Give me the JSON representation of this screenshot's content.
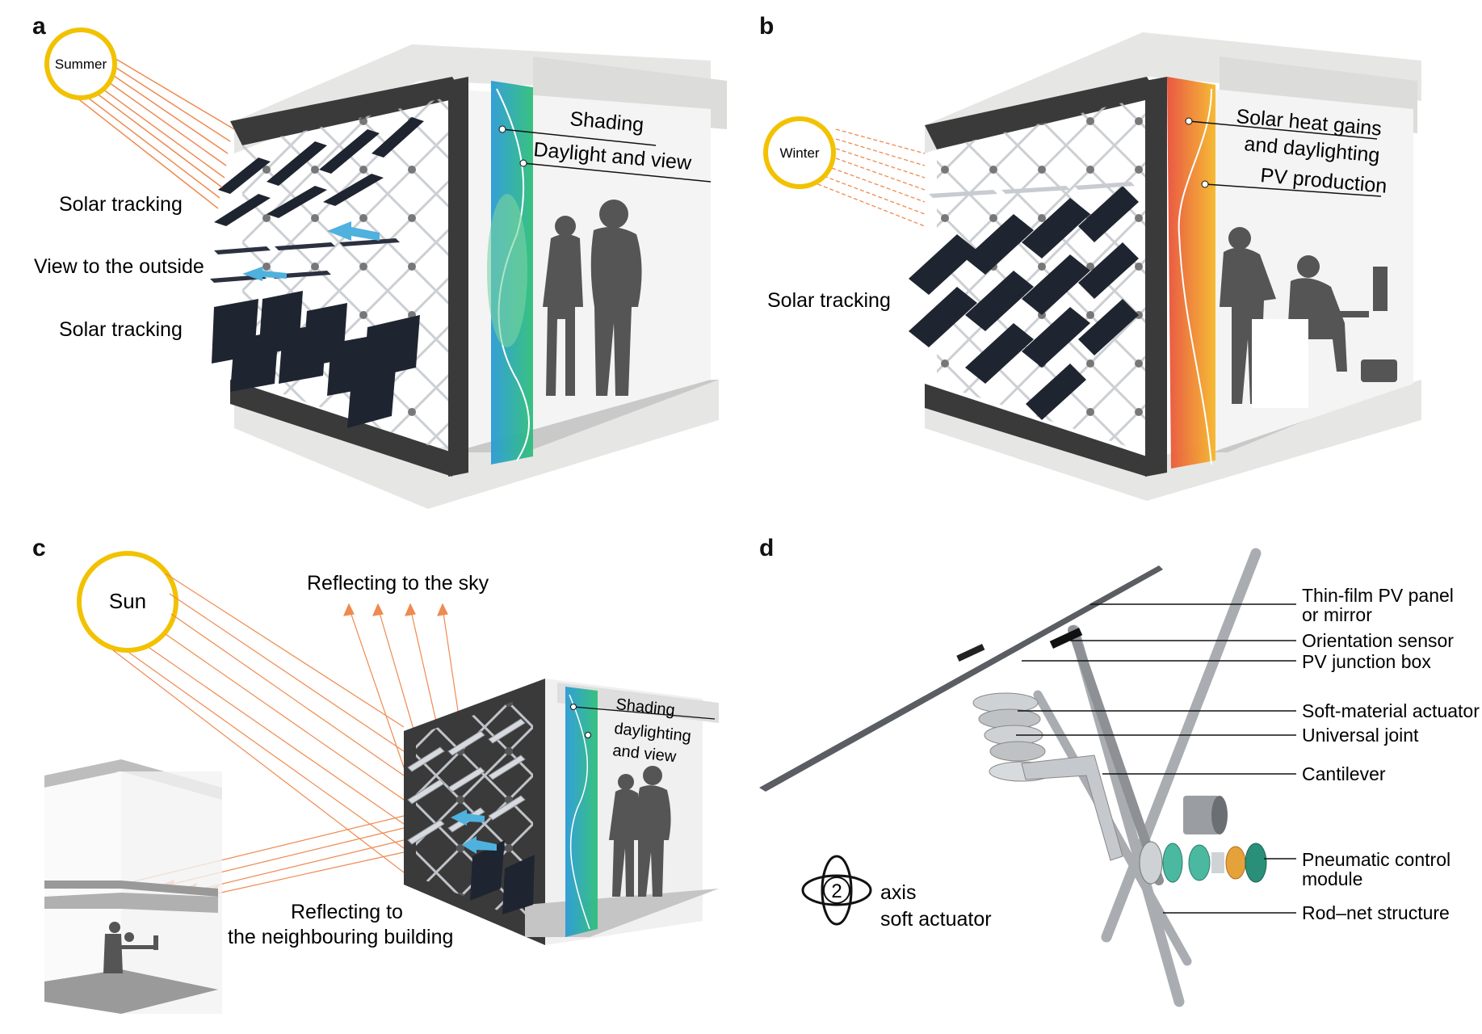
{
  "panels": {
    "a": {
      "letter": "a",
      "sun": "Summer",
      "labels": [
        "Solar tracking",
        "View to the outside",
        "Solar tracking"
      ],
      "bar_labels": [
        "Shading",
        "Daylight and view"
      ]
    },
    "b": {
      "letter": "b",
      "sun": "Winter",
      "labels": [
        "Solar tracking"
      ],
      "bar_labels": [
        "Solar heat gains",
        "and daylighting",
        "PV production"
      ]
    },
    "c": {
      "letter": "c",
      "sun": "Sun",
      "labels": [
        "Reflecting to the sky",
        "Reflecting to",
        "the neighbouring building"
      ],
      "bar_labels": [
        "Shading",
        "daylighting",
        "and view"
      ]
    },
    "d": {
      "letter": "d",
      "axis_number": "2",
      "axis_labels": [
        "axis",
        "soft actuator"
      ],
      "callouts": [
        "Thin-film PV panel",
        "or mirror",
        "Orientation sensor",
        "PV junction box",
        "Soft-material actuator",
        "Universal joint",
        "Cantilever",
        "Pneumatic control",
        "module",
        "Rod–net structure"
      ]
    }
  },
  "colors": {
    "sun": "#f2c200",
    "ray": "#ef8a50",
    "frame": "#3a3a3a",
    "concrete": "#e6e6e4",
    "shading_blue": "#2a9bd6",
    "daylight_green": "#2fbf7a",
    "heat_red": "#e8503a",
    "pv_yellow": "#f5b82a",
    "view_arrow": "#4fb1dd",
    "panel_dark": "#1f2530"
  }
}
